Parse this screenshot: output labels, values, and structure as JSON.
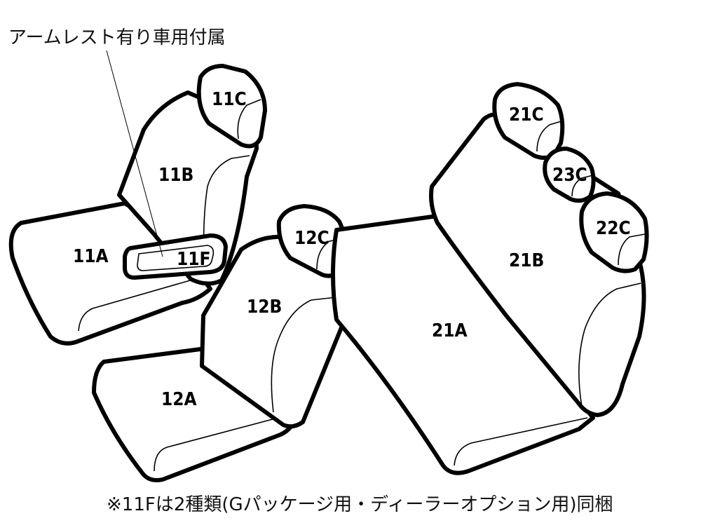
{
  "callout": "アームレスト有り車用付属",
  "footnote": "※11Fは2種類(Gパッケージ用・ディーラーオプション用)同梱",
  "parts": {
    "p11A": "11A",
    "p11B": "11B",
    "p11C": "11C",
    "p11F": "11F",
    "p12A": "12A",
    "p12B": "12B",
    "p12C": "12C",
    "p21A": "21A",
    "p21B": "21B",
    "p21C": "21C",
    "p22C": "22C",
    "p23C": "23C"
  }
}
